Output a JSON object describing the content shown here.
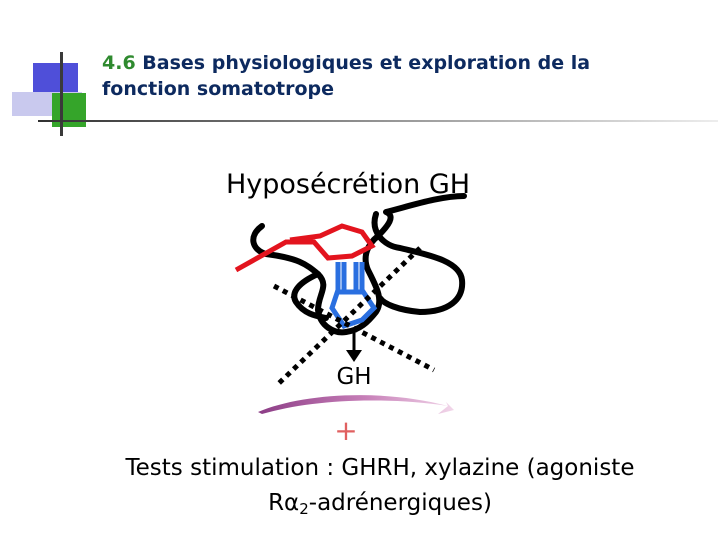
{
  "title": {
    "number": "4.6",
    "text_line1": "Bases physiologiques et exploration de la",
    "text_line2": "fonction somatotrope"
  },
  "diagram": {
    "label_top": "Hyposécrétion GH",
    "label_arrow": "GH",
    "effect_sign": "+"
  },
  "stimulation": {
    "line1": "Tests stimulation : GHRH, xylazine (agoniste",
    "line2_prefix": "Rα",
    "line2_subscript": "2",
    "line2_suffix": "-adrénergiques)"
  },
  "colors": {
    "title_text": "#0d2a5f",
    "section_number": "#2f8a2f",
    "chain_red": "#e3141e",
    "chain_blue": "#2a6fe0",
    "arrow_magenta": "#b0509a"
  }
}
